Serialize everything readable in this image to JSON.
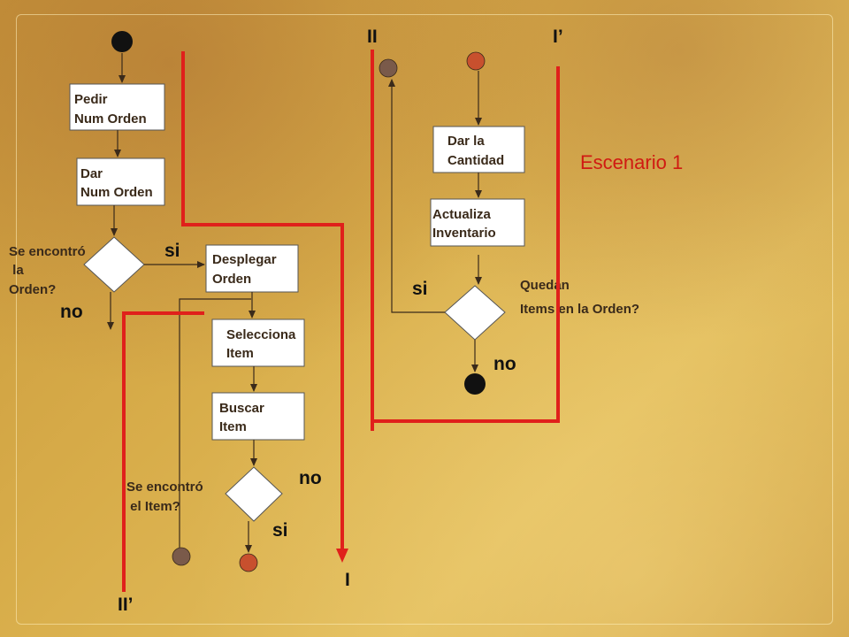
{
  "slide_title": "Escenario 1",
  "activities": {
    "pedir_num_orden": [
      "Pedir",
      "Num Orden"
    ],
    "dar_num_orden": [
      "Dar",
      "Num Orden"
    ],
    "desplegar_orden": [
      "Desplegar",
      "Orden"
    ],
    "selecciona_item": [
      "Selecciona",
      "Item"
    ],
    "buscar_item": [
      "Buscar",
      "Item"
    ],
    "dar_cantidad": [
      "Dar la",
      "Cantidad"
    ],
    "actualiza_inventario": [
      "Actualiza",
      "Inventario"
    ]
  },
  "decisions": {
    "se_encontro_orden": [
      "Se encontró",
      " la",
      "Orden?"
    ],
    "se_encontro_item": [
      "Se encontró",
      " el Item?"
    ],
    "quedan_items": [
      "Quedan",
      "Items en la Orden?"
    ]
  },
  "branch_labels": {
    "orden_si": "si",
    "orden_no": "no",
    "item_no": "no",
    "item_si": "si",
    "quedan_si": "si",
    "quedan_no": "no"
  },
  "connector_labels": {
    "I": "I",
    "II": "II",
    "I_prime": "I’",
    "II_prime": "II’"
  },
  "colors": {
    "scenario_line": "#e0201b",
    "start_end_node": "#111111",
    "connector_brown": "#7a5a4a",
    "connector_orange": "#c8502e",
    "title": "#d01a12"
  }
}
